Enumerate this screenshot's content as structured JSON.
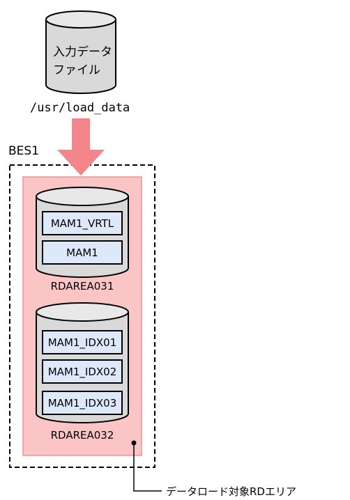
{
  "input_file": {
    "label_line1": "入力データ",
    "label_line2": "ファイル",
    "path": "/usr/load_data"
  },
  "backend": {
    "name": "BES1",
    "target_area_label": "データロード対象RDエリア"
  },
  "rdareas": [
    {
      "name": "RDAREA031",
      "tables": [
        "MAM1_VRTL",
        "MAM1"
      ]
    },
    {
      "name": "RDAREA032",
      "tables": [
        "MAM1_IDX01",
        "MAM1_IDX02",
        "MAM1_IDX03"
      ]
    }
  ],
  "colors": {
    "arrow": "#f4858a",
    "target_area_fill": "#fbc4c5",
    "target_area_border": "#f29095",
    "cylinder_fill": "#d9d9d9",
    "table_fill": "#dde9fb"
  }
}
